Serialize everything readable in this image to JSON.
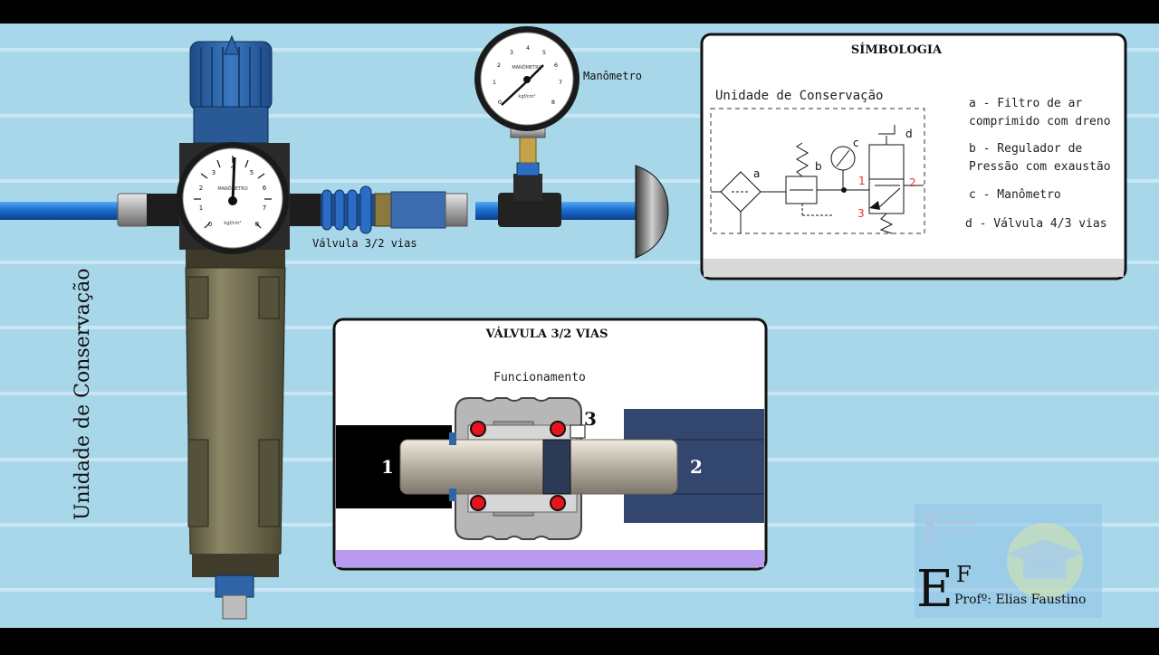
{
  "left_title": "Unidade de Conservação",
  "gauges": {
    "top_label": "Manômetro",
    "face_text": "MANÔMETRO",
    "unit": "kgf/cm²",
    "scale": [
      "0",
      "1",
      "2",
      "3",
      "4",
      "5",
      "6",
      "7",
      "8"
    ]
  },
  "valve_caption": "Válvula 3/2 vias",
  "symbology": {
    "title": "SÍMBOLOGIA",
    "subtitle": "Unidade de Conservação",
    "marks": {
      "a": "a",
      "b": "b",
      "c": "c",
      "d": "d",
      "p1": "1",
      "p2": "2",
      "p3": "3"
    },
    "legend": [
      {
        "key": "a -",
        "text": "Filtro de ar comprimido com dreno"
      },
      {
        "key": "b -",
        "text": "Regulador de Pressão com exaustão"
      },
      {
        "key": "c -",
        "text": "Manômetro"
      },
      {
        "key": "d -",
        "text": "Válvula 4/3 vias"
      }
    ],
    "legend_lines": [
      [
        "a -  Filtro de ar",
        "comprimido com dreno"
      ],
      [
        "b -  Regulador de",
        "Pressão com exaustão"
      ],
      [
        "c -  Manômetro"
      ],
      [
        "d -  Válvula 4/3 vias"
      ]
    ]
  },
  "valve_panel": {
    "title": "VÁLVULA 3/2 VIAS",
    "subtitle": "Funcionamento",
    "ports": {
      "p1": "1",
      "p2": "2",
      "p3": "3"
    }
  },
  "logo": {
    "letters": "EF",
    "letter1": "E",
    "letter2": "F",
    "name": "Profº: Elias Faustino"
  },
  "colors": {
    "background": "#a9d7ea",
    "pipe": "#1a6fd1",
    "filter_bowl": "#6e6a4f",
    "regulator_cap": "#2e64a8",
    "valve_seal": "#e8141b",
    "valve_purple": "#b89af0",
    "port2_body": "#33466e"
  }
}
